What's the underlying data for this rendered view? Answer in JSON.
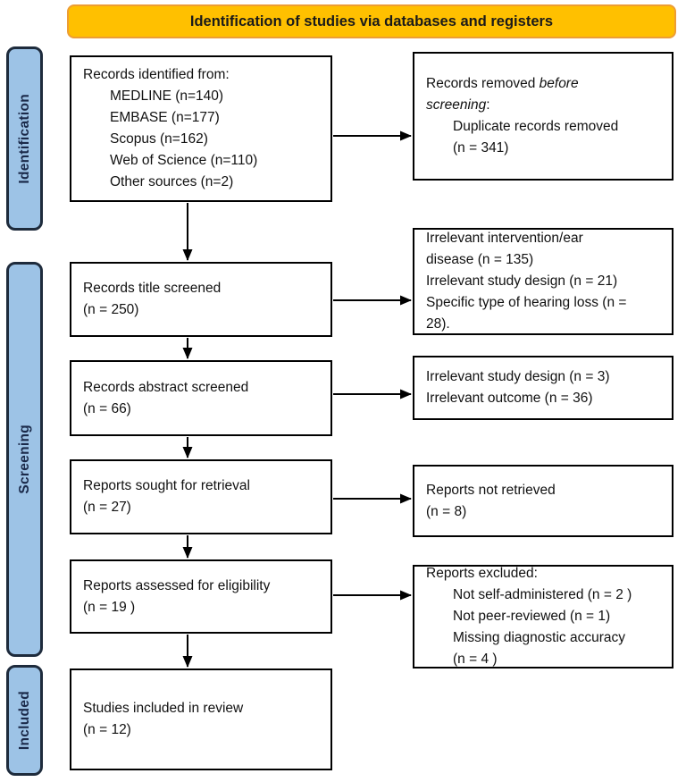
{
  "banner": {
    "title": "Identification of studies via databases and registers"
  },
  "colors": {
    "banner_fill": "#FFC000",
    "banner_border": "#ED9D34",
    "stage_fill": "#9DC3E6",
    "stage_border": "#1E2B3C",
    "stage_text": "#1B2A4A",
    "box_border": "#000000",
    "box_text": "#111111",
    "arrow": "#000000"
  },
  "stages": [
    {
      "label": "Identification"
    },
    {
      "label": "Screening"
    },
    {
      "label": "Included"
    }
  ],
  "left_boxes": [
    {
      "title": "Records identified from:",
      "items": [
        "MEDLINE (n=140)",
        "EMBASE (n=177)",
        "Scopus (n=162)",
        "Web of Science (n=110)",
        "Other sources (n=2)"
      ]
    },
    {
      "line1": "Records title screened",
      "line2": "(n = 250)"
    },
    {
      "line1": "Records abstract screened",
      "line2": "(n = 66)"
    },
    {
      "line1": "Reports sought for retrieval",
      "line2": "(n = 27)"
    },
    {
      "line1": "Reports assessed for eligibility",
      "line2": "(n = 19 )"
    },
    {
      "line1": "Studies included in review",
      "line2": "(n = 12)"
    }
  ],
  "right_boxes": [
    {
      "head_pre": "Records removed ",
      "head_italic_1": "before",
      "head_italic_2": "screening",
      "head_post": ":",
      "items": [
        "Duplicate records removed",
        "(n = 341)"
      ]
    },
    {
      "lines": [
        "Irrelevant intervention/ear",
        "disease (n = 135)",
        "Irrelevant study design (n = 21)",
        "Specific type of hearing loss (n =",
        "28)."
      ]
    },
    {
      "lines": [
        "Irrelevant study design (n = 3)",
        "Irrelevant outcome (n = 36)"
      ]
    },
    {
      "lines": [
        "Reports not retrieved",
        "(n = 8)"
      ]
    },
    {
      "title": "Reports excluded:",
      "items": [
        "Not self-administered (n = 2 )",
        "Not peer-reviewed (n = 1)",
        "Missing diagnostic accuracy",
        "(n = 4 )"
      ]
    }
  ]
}
